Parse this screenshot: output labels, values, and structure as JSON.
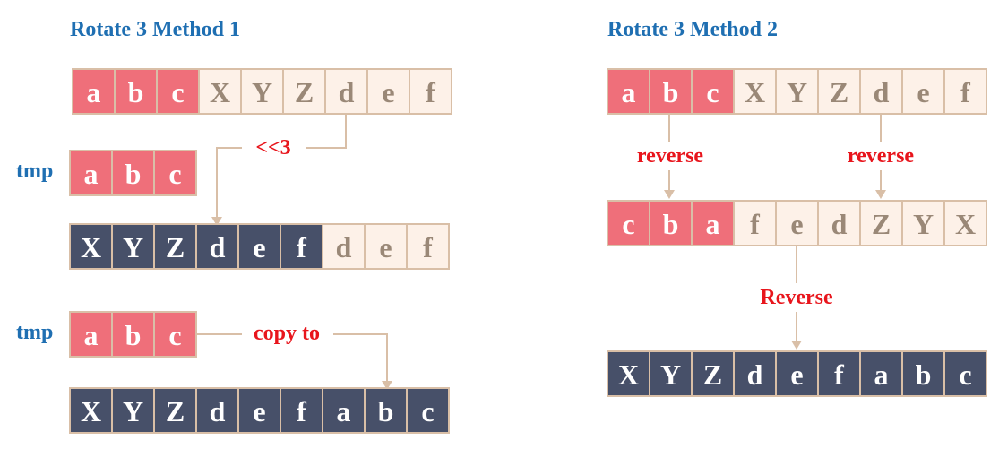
{
  "colors": {
    "pink": "#ef6f7a",
    "light": "#fdf1e8",
    "navy": "#475069",
    "border": "#d9bfa7",
    "light_text": "#9a8877",
    "title_blue": "#1f6fb2",
    "op_red": "#e8151c"
  },
  "method1": {
    "title": "Rotate 3 Method 1",
    "tmp_label_1": "tmp",
    "tmp_label_2": "tmp",
    "shift_label": "<<3",
    "copy_label": "copy to",
    "row1": [
      {
        "ch": "a",
        "style": "pink"
      },
      {
        "ch": "b",
        "style": "pink"
      },
      {
        "ch": "c",
        "style": "pink"
      },
      {
        "ch": "X",
        "style": "light"
      },
      {
        "ch": "Y",
        "style": "light"
      },
      {
        "ch": "Z",
        "style": "light"
      },
      {
        "ch": "d",
        "style": "light"
      },
      {
        "ch": "e",
        "style": "light"
      },
      {
        "ch": "f",
        "style": "light"
      }
    ],
    "tmp1": [
      {
        "ch": "a",
        "style": "pink"
      },
      {
        "ch": "b",
        "style": "pink"
      },
      {
        "ch": "c",
        "style": "pink"
      }
    ],
    "row2": [
      {
        "ch": "X",
        "style": "navy"
      },
      {
        "ch": "Y",
        "style": "navy"
      },
      {
        "ch": "Z",
        "style": "navy"
      },
      {
        "ch": "d",
        "style": "navy"
      },
      {
        "ch": "e",
        "style": "navy"
      },
      {
        "ch": "f",
        "style": "navy"
      },
      {
        "ch": "d",
        "style": "light"
      },
      {
        "ch": "e",
        "style": "light"
      },
      {
        "ch": "f",
        "style": "light"
      }
    ],
    "tmp2": [
      {
        "ch": "a",
        "style": "pink"
      },
      {
        "ch": "b",
        "style": "pink"
      },
      {
        "ch": "c",
        "style": "pink"
      }
    ],
    "row3": [
      {
        "ch": "X",
        "style": "navy"
      },
      {
        "ch": "Y",
        "style": "navy"
      },
      {
        "ch": "Z",
        "style": "navy"
      },
      {
        "ch": "d",
        "style": "navy"
      },
      {
        "ch": "e",
        "style": "navy"
      },
      {
        "ch": "f",
        "style": "navy"
      },
      {
        "ch": "a",
        "style": "navy"
      },
      {
        "ch": "b",
        "style": "navy"
      },
      {
        "ch": "c",
        "style": "navy"
      }
    ]
  },
  "method2": {
    "title": "Rotate 3 Method 2",
    "reverse_left": "reverse",
    "reverse_right": "reverse",
    "reverse_all": "Reverse",
    "row1": [
      {
        "ch": "a",
        "style": "pink"
      },
      {
        "ch": "b",
        "style": "pink"
      },
      {
        "ch": "c",
        "style": "pink"
      },
      {
        "ch": "X",
        "style": "light"
      },
      {
        "ch": "Y",
        "style": "light"
      },
      {
        "ch": "Z",
        "style": "light"
      },
      {
        "ch": "d",
        "style": "light"
      },
      {
        "ch": "e",
        "style": "light"
      },
      {
        "ch": "f",
        "style": "light"
      }
    ],
    "row2": [
      {
        "ch": "c",
        "style": "pink"
      },
      {
        "ch": "b",
        "style": "pink"
      },
      {
        "ch": "a",
        "style": "pink"
      },
      {
        "ch": "f",
        "style": "light"
      },
      {
        "ch": "e",
        "style": "light"
      },
      {
        "ch": "d",
        "style": "light"
      },
      {
        "ch": "Z",
        "style": "light"
      },
      {
        "ch": "Y",
        "style": "light"
      },
      {
        "ch": "X",
        "style": "light"
      }
    ],
    "row3": [
      {
        "ch": "X",
        "style": "navy"
      },
      {
        "ch": "Y",
        "style": "navy"
      },
      {
        "ch": "Z",
        "style": "navy"
      },
      {
        "ch": "d",
        "style": "navy"
      },
      {
        "ch": "e",
        "style": "navy"
      },
      {
        "ch": "f",
        "style": "navy"
      },
      {
        "ch": "a",
        "style": "navy"
      },
      {
        "ch": "b",
        "style": "navy"
      },
      {
        "ch": "c",
        "style": "navy"
      }
    ]
  }
}
